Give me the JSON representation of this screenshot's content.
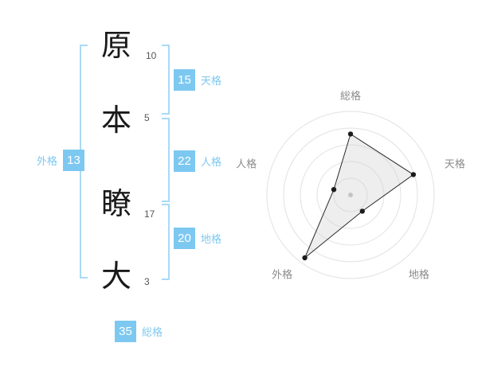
{
  "name": {
    "characters": [
      {
        "char": "原",
        "strokes": "10"
      },
      {
        "char": "本",
        "strokes": "5"
      },
      {
        "char": "瞭",
        "strokes": "17"
      },
      {
        "char": "大",
        "strokes": "3"
      }
    ],
    "categories": {
      "tenkaku": {
        "label": "天格",
        "value": "15"
      },
      "jinkaku": {
        "label": "人格",
        "value": "22"
      },
      "chikaku": {
        "label": "地格",
        "value": "20"
      },
      "gaikaku": {
        "label": "外格",
        "value": "13"
      },
      "soukaku": {
        "label": "総格",
        "value": "35"
      }
    }
  },
  "colors": {
    "accent": "#7dc8f1",
    "bracket": "#a9daf5",
    "axis_label_gray": "#8a8a8a"
  },
  "chart_data": {
    "type": "radar",
    "axes": [
      "総格",
      "天格",
      "地格",
      "外格",
      "人格"
    ],
    "values": [
      0.73,
      0.79,
      0.24,
      0.93,
      0.21
    ],
    "max": 1,
    "rings": 5,
    "title": "",
    "legend": "none"
  }
}
